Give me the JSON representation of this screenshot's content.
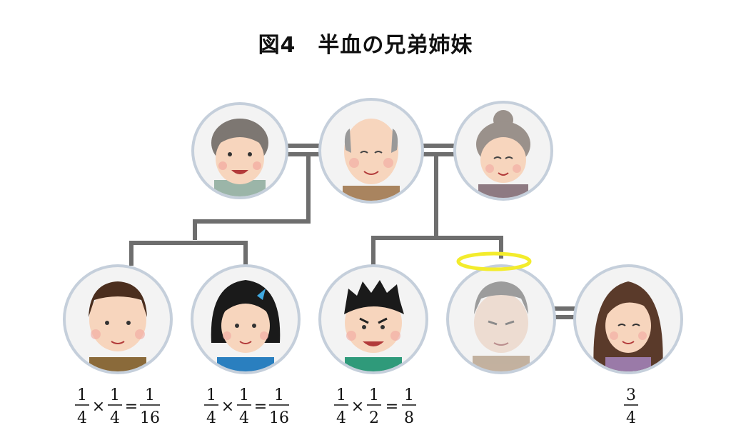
{
  "title": "図4　半血の兄弟姉妹",
  "colors": {
    "line": "#6e6e6e",
    "ring": "#c5cfdb",
    "halo": "#f3ec2c"
  },
  "people": [
    {
      "id": "grandma-left",
      "icon": "smiling-grandmother-icon"
    },
    {
      "id": "grandpa",
      "icon": "bald-grandfather-icon"
    },
    {
      "id": "grandma-right",
      "icon": "grandmother-bun-icon"
    },
    {
      "id": "uncle-left-branch",
      "icon": "young-man-icon"
    },
    {
      "id": "aunt-left-branch",
      "icon": "girl-bob-hair-icon"
    },
    {
      "id": "nephew",
      "icon": "boy-spiky-hair-icon"
    },
    {
      "id": "deceased",
      "icon": "deceased-man-halo-icon"
    },
    {
      "id": "spouse",
      "icon": "woman-long-hair-icon"
    }
  ],
  "shares": {
    "a": {
      "f1n": "1",
      "f1d": "4",
      "op": "×",
      "f2n": "1",
      "f2d": "4",
      "eq": "=",
      "rn": "1",
      "rd": "16"
    },
    "b": {
      "f1n": "1",
      "f1d": "4",
      "op": "×",
      "f2n": "1",
      "f2d": "4",
      "eq": "=",
      "rn": "1",
      "rd": "16"
    },
    "c": {
      "f1n": "1",
      "f1d": "4",
      "op": "×",
      "f2n": "1",
      "f2d": "2",
      "eq": "=",
      "rn": "1",
      "rd": "8"
    },
    "spouse": {
      "n": "3",
      "d": "4"
    }
  }
}
